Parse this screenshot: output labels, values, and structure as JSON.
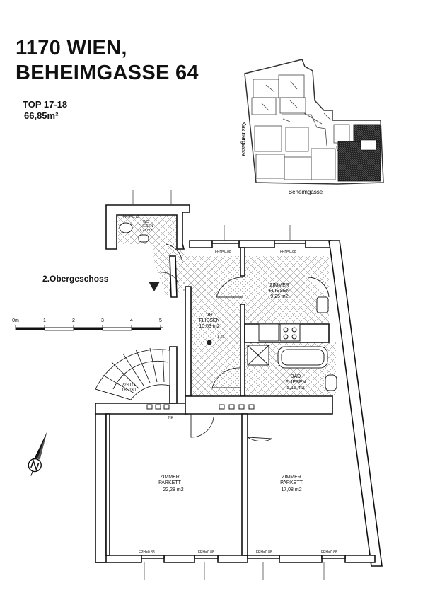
{
  "header": {
    "line1": "1170 WIEN,",
    "line2": "BEHEIMGASSE 64",
    "unit": "TOP 17-18",
    "area": "66,85m²"
  },
  "floor_label": "2.Obergeschoss",
  "scale": {
    "unit": "m",
    "ticks": [
      "0m",
      "1",
      "2",
      "3",
      "4",
      "5"
    ]
  },
  "site_plan": {
    "street_left": "Kastnergasse",
    "street_bottom": "Beheimgasse"
  },
  "rooms": [
    {
      "name": "ZIMMER",
      "finish": "FLIESEN",
      "area": "9,25 m2"
    },
    {
      "name": "VR",
      "finish": "FLIESEN",
      "area": "10,63 m2"
    },
    {
      "name": "BAD",
      "finish": "FLIESEN",
      "area": "5,16 m2"
    },
    {
      "name": "ZIMMER",
      "finish": "PARKETT",
      "area": "22,28 m2"
    },
    {
      "name": "ZIMMER",
      "finish": "PARKETT",
      "area": "17,08 m2"
    },
    {
      "name": "WC",
      "finish": "FLIESEN",
      "area": "1,23 m2"
    }
  ],
  "stair": {
    "l1": "22STG",
    "l2": "16,7/30"
  },
  "annotations": {
    "level": "-8.61",
    "nk": "NK",
    "fph1": "FPH=0.72",
    "fph_top": "FPH=0.88",
    "fph_bottom": "FPH=0.88"
  }
}
